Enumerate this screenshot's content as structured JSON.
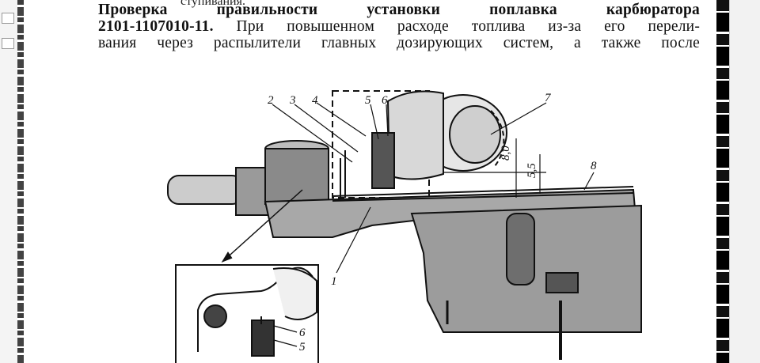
{
  "document": {
    "cut_line": "ступивания.",
    "paragraph": {
      "heading": "Проверка правильности установки поплавка карбюратора 2101-1107010-11.",
      "heading_part1": "Проверка правильности установки поплавка карбюратора",
      "heading_part2": "2101-1107010-11.",
      "line2_rest": "При повышенном расходе топлива из-за его перели-",
      "line3": "вания через распылители главных дозирующих систем, а также после"
    }
  },
  "figure": {
    "callouts": [
      "2",
      "3",
      "4",
      "5",
      "6",
      "7",
      "8",
      "1"
    ],
    "dimensions": [
      "8,0",
      "5,5"
    ],
    "inset_callouts": [
      "6",
      "5"
    ]
  },
  "colors": {
    "ink": "#111111",
    "paper": "#ffffff",
    "gray": "#8a8a8a"
  }
}
